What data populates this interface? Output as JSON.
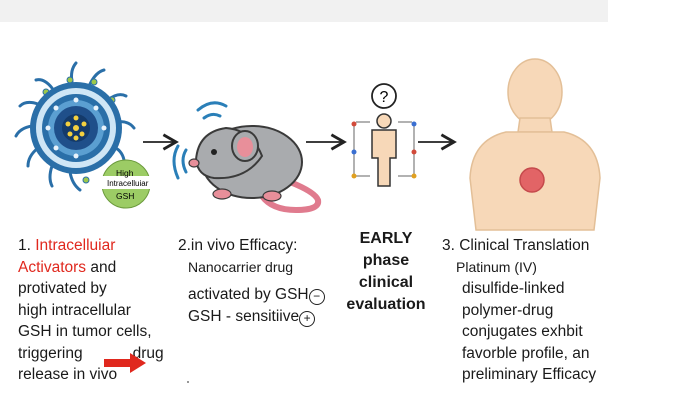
{
  "step1": {
    "line1_prefix": "1. ",
    "line1_red": "Intracelluiar",
    "line2_red": " Activators",
    "line2_rest": " and",
    "line3": "protivated by",
    "line4": "high intracellular",
    "line5": "GSH in tumor cells,",
    "line6_a": "triggering",
    "line6_b": "drug",
    "line7": "release in vivo",
    "badge_line1": "High",
    "badge_line2": "Intracelluiar",
    "badge_line3": "GSH"
  },
  "step2": {
    "line1": "2.in vivo Efficacy:",
    "line2": "Nanocarrier drug",
    "line3": "activated by GSH",
    "line3_sym": "−",
    "line4": "GSH - sensitiive",
    "line4_sym": "+"
  },
  "step_early": {
    "line1": "EARLY",
    "line2": "phase",
    "line3": "clinical",
    "line4": "evaluation",
    "question_mark": "?"
  },
  "step3": {
    "line1": "3. Clinical Translation",
    "line2": "Platinum   (IV)",
    "line3": "disulfide-linked",
    "line4": "polymer-drug",
    "line5": "conjugates exhbit",
    "line6": "favorble profile,  an",
    "line7": "preliminary Efficacy"
  },
  "colors": {
    "accent_red": "#e0281e",
    "nanoparticle_blue": "#2a6fa8",
    "gsh_green": "#9ccc65",
    "mouse_gray": "#a9abae",
    "skin": "#f7d8b8",
    "tumor": "#e26466"
  }
}
